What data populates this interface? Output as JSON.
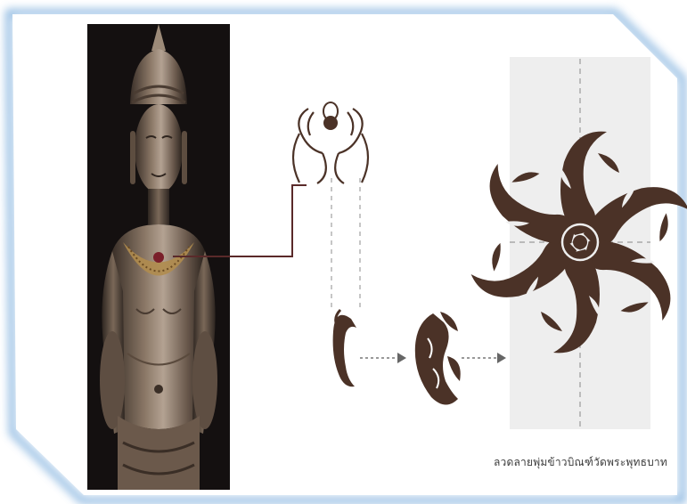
{
  "caption": "ลวดลายพุ่มข้าวบิณฑ์วัดพระพุทธบาท",
  "colors": {
    "background": "#ffffff",
    "frame_shadow": "#6fa6d9",
    "pattern_brown": "#4b3227",
    "panel_gray": "#eeeeee",
    "connector": "#5a2a2a",
    "dashed_guide": "#a0a0a0",
    "photo_background": "#141010",
    "bronze": "#8a7766"
  },
  "figures": [
    "bronze-statue-photo",
    "necklace-ornament-motif",
    "single-curl-element",
    "compound-flame-motif",
    "circular-rosette-pattern"
  ]
}
